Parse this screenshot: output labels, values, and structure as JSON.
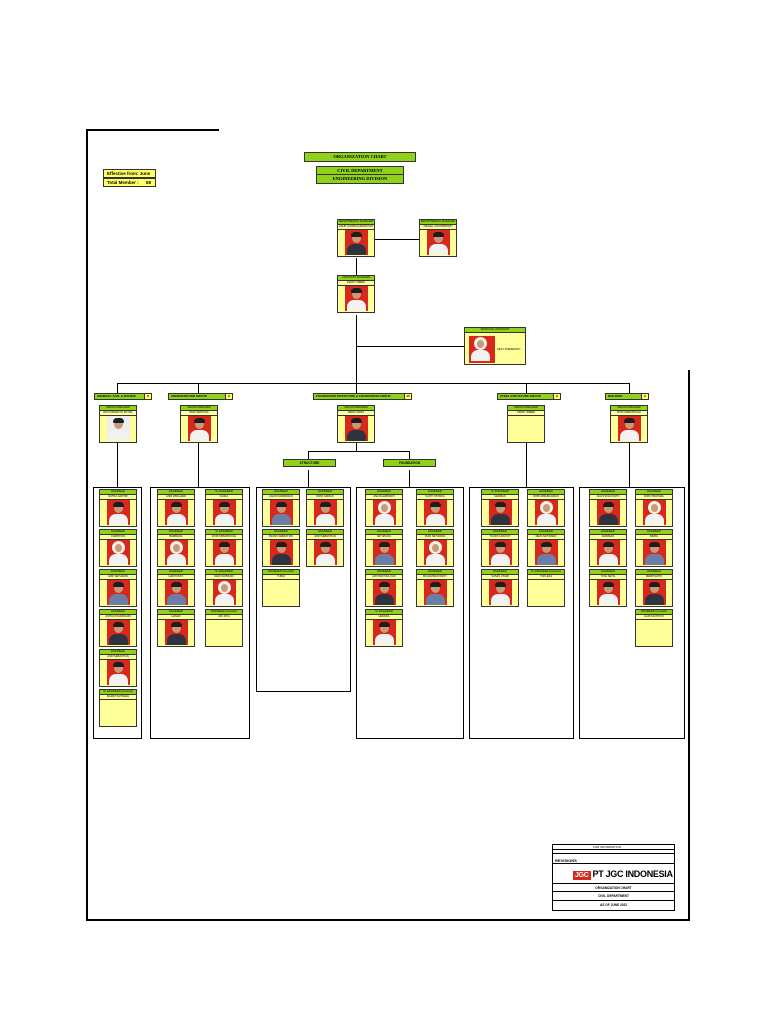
{
  "header": {
    "title": "ORGANIZATION CHART",
    "dept": "CIVIL DEPARTMENT",
    "division": "ENGINEERING DIVISION",
    "effective_label": "Effective from: June 2022",
    "total_label": "Total Member :",
    "total_value": "68"
  },
  "top": {
    "manager": {
      "role": "DEPARTMENTAL MANAGER",
      "name": "ADHIT NURRACHMANSYAH"
    },
    "assistant": {
      "role": "DEPARTMENTAL MANAGER",
      "name": "MICHEL JOKOWIBOWO"
    },
    "chief": {
      "role": "ASSISTANT MANAGER",
      "name": "TEDDY SIBERI"
    },
    "secretary": {
      "role": "PERSONAL ASSISTANT",
      "name": "DESY POERWANTI"
    }
  },
  "groups": [
    {
      "name": "GENERAL CIVIL & MARINE",
      "count": "8",
      "leader_role": "GROUP MANAGER",
      "leader_name": "RIKI SISWANTO PUTRA"
    },
    {
      "name": "UNDERGROUND GROUP",
      "count": "9",
      "leader_role": "GROUP MANAGER",
      "leader_name": "RUDI SENTANA"
    },
    {
      "name": "FOUNDATION STRUCTURE & FOUNDATION GROUP",
      "count": "15",
      "leader_role": "GROUP MANAGER",
      "leader_name": "SEDHI ARISA"
    },
    {
      "name": "STEEL STRUCTURE GROUP",
      "count": "9",
      "leader_role": "GROUP MANAGER",
      "leader_name": "TEDDY SIBERI"
    },
    {
      "name": "BUILDING",
      "count": "9",
      "leader_role": "GROUP MANAGER",
      "leader_name": "BUDI ADRIANSYAH"
    }
  ],
  "subgroups": {
    "structure": "STRUCTURE",
    "foundation": "FOUNDATION"
  },
  "members": {
    "col1": [
      {
        "role": "ENGINEER",
        "name": "RATNA SAFITRI"
      },
      {
        "role": "ENGINEER",
        "name": "CHRISTIAN"
      },
      {
        "role": "ENGINEER",
        "name": "ARIF SETIAWAN"
      },
      {
        "role": "ENGINEER",
        "name": "ANITA KUSUMASARI"
      },
      {
        "role": "ENGINEER",
        "name": "ANDI SEBASTIAN"
      },
      {
        "role": "Sr. ENGINEER (Contract)",
        "name": "MAMAT SUTAMAH"
      }
    ],
    "col2": [
      {
        "role": "ENGINEER",
        "name": "ANDI WIRAHADI"
      },
      {
        "role": "ENGINEER",
        "name": "BAMBANG"
      },
      {
        "role": "ENGINEER",
        "name": "HARIYANTO"
      },
      {
        "role": "ENGINEER",
        "name": "HASAN"
      }
    ],
    "col3": [
      {
        "role": "Sr. ENGINEER",
        "name": "FAIZAL"
      },
      {
        "role": "Sr. ENGINEER",
        "name": "FIKRI FIRMANSYAH"
      },
      {
        "role": "Sr. ENGINEER",
        "name": "DEDI SUPRIADI"
      },
      {
        "role": "ENGINEER (Contract)",
        "name": "ADI JAYA"
      }
    ],
    "col4": [
      {
        "role": "ENGINEER",
        "name": "AGUS DARMAWAN"
      },
      {
        "role": "ENGINEER",
        "name": "FRANS SEBASTIAN"
      },
      {
        "role": "ENGINEER (Contract)",
        "name": "YUDHI"
      }
    ],
    "col5": [
      {
        "role": "ENGINEER",
        "name": "RIZQI ADRIAN"
      },
      {
        "role": "ENGINEER",
        "name": "ANDI SEBASTIAN"
      }
    ],
    "col6": [
      {
        "role": "ENGINEER",
        "name": "ANA RAHMAWATI"
      },
      {
        "role": "ENGINEER",
        "name": "ARI WIJAYA"
      },
      {
        "role": "ENGINEER",
        "name": "ARYANDI MULYADI"
      },
      {
        "role": "Sr. ENGINEER",
        "name": "HENDRA"
      }
    ],
    "col7": [
      {
        "role": "ENGINEER",
        "name": "SANTI OKTAVIA"
      },
      {
        "role": "ENGINEER",
        "name": "RUDI SETIAWAN"
      },
      {
        "role": "ENGINEER",
        "name": "MUHAMMAD RIZKY"
      }
    ],
    "col8": [
      {
        "role": "Sr. ENGINEER",
        "name": "HERMAN"
      },
      {
        "role": "ENGINEER",
        "name": "TAUFIK HIDAYAT"
      },
      {
        "role": "ENGINEER",
        "name": "SUSAN UTAMI"
      }
    ],
    "col9": [
      {
        "role": "ENGINEER",
        "name": "ROBI ABDURAHMAN"
      },
      {
        "role": "ENGINEER",
        "name": "REZA SETIAWAN"
      },
      {
        "role": "Sr. ENGINEER (Contract)",
        "name": "YUDI EKA"
      }
    ],
    "col10": [
      {
        "role": "ENGINEER",
        "name": "AGUS WIJAYANTO"
      },
      {
        "role": "ENGINEER",
        "name": "ANDREAS"
      },
      {
        "role": "ENGINEER",
        "name": "YOGI SETIA"
      }
    ],
    "col11": [
      {
        "role": "ENGINEER",
        "name": "RIZKI PRATAMA"
      },
      {
        "role": "ENGINEER",
        "name": "DIMAS"
      },
      {
        "role": "ENGINEER",
        "name": "FEBRIYANTO"
      },
      {
        "role": "ENGINEER (Contract)",
        "name": "HARI SANTOSO"
      }
    ]
  },
  "title_block": {
    "for_info": "FOR INFORMATION",
    "revisions": "REVISIONS",
    "company": "PT JGC INDONESIA",
    "logo_mark": "JGC",
    "doc_title": "ORGANIZATION CHART",
    "doc_dept": "CIVIL DEPARTMENT",
    "doc_date": "AS OF JUNE 2022"
  }
}
